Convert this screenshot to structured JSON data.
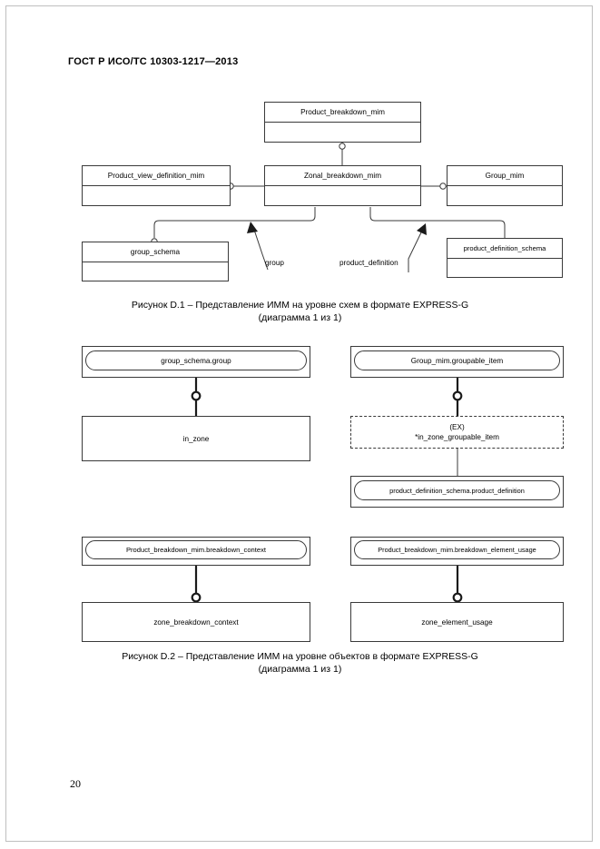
{
  "document": {
    "header": "ГОСТ Р ИСО/ТС 10303-1217—2013",
    "page_number": "20"
  },
  "figure_d1": {
    "caption_line1": "Рисунок  D.1 – Представление ИММ на уровне схем в формате EXPRESS-G",
    "caption_line2": "(диаграмма 1 из 1)",
    "nodes": [
      {
        "id": "product_breakdown_mim",
        "label": "Product_breakdown_mim"
      },
      {
        "id": "product_view_definition",
        "label": "Product_view_definition_mim"
      },
      {
        "id": "zonal_breakdown_mim",
        "label": "Zonal_breakdown_mim"
      },
      {
        "id": "group_mim",
        "label": "Group_mim"
      },
      {
        "id": "group_schema",
        "label": "group_schema"
      },
      {
        "id": "product_definition_schema",
        "label": "product_definition_schema"
      }
    ],
    "edge_labels": [
      {
        "id": "group",
        "label": "group"
      },
      {
        "id": "product_definition",
        "label": "product_definition"
      }
    ]
  },
  "figure_d2": {
    "caption_line1": "Рисунок D.2 – Представление ИММ на уровне объектов в формате EXPRESS-G",
    "caption_line2": "(диаграмма 1 из 1)",
    "entities": [
      {
        "id": "group_schema_group",
        "label": "group_schema.group"
      },
      {
        "id": "group_mim_groupable_item",
        "label": "Group_mim.groupable_item"
      },
      {
        "id": "in_zone",
        "label": "in_zone"
      },
      {
        "id": "ex_title",
        "label": "(EX)"
      },
      {
        "id": "ex_subtitle",
        "label": "*in_zone_groupable_item"
      },
      {
        "id": "pds_product_definition",
        "label": "product_definition_schema.product_definition"
      },
      {
        "id": "pbm_breakdown_context",
        "label": "Product_breakdown_mim.breakdown_context"
      },
      {
        "id": "pbm_breakdown_element_usage",
        "label": "Product_breakdown_mim.breakdown_element_usage"
      },
      {
        "id": "zone_breakdown_context",
        "label": "zone_breakdown_context"
      },
      {
        "id": "zone_element_usage",
        "label": "zone_element_usage"
      }
    ]
  }
}
